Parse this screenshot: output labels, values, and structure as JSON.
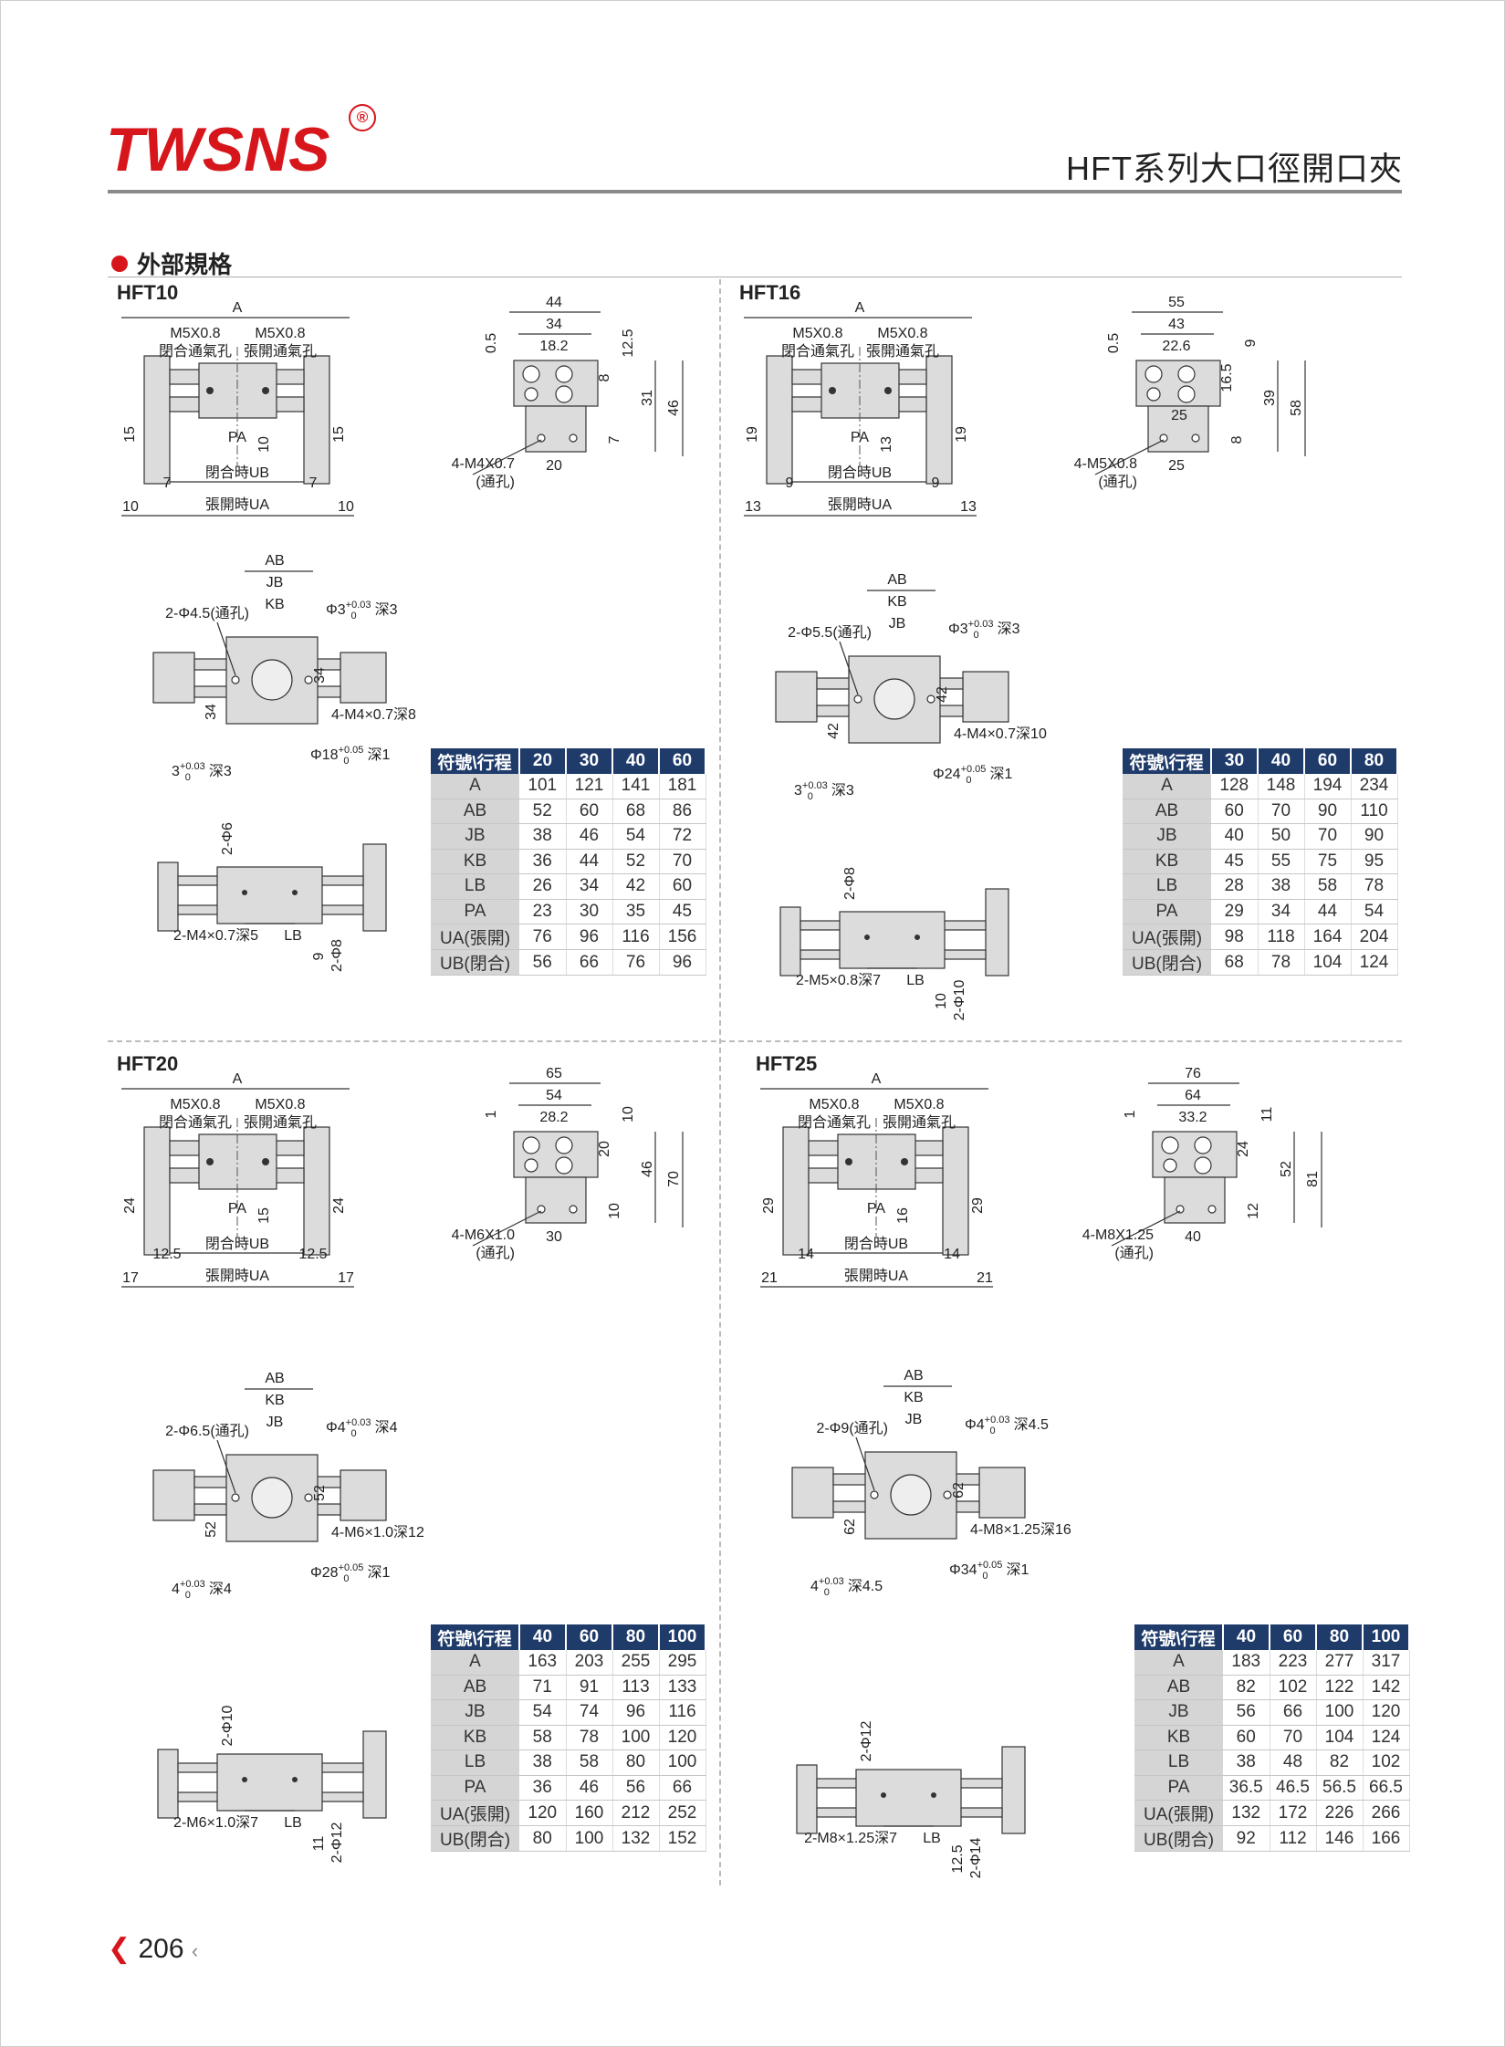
{
  "header": {
    "brand": "TWSNS",
    "registered": "®",
    "title": "HFT系列大口徑開口夾"
  },
  "heading": "外部規格",
  "page_number": "206",
  "colors": {
    "brand_red": "#d7161c",
    "table_header": "#1f3b6a",
    "table_label_bg": "#d5d5d5"
  },
  "sections": [
    {
      "name": "HFT10",
      "table": {
        "corner": "符號\\行程",
        "strokes": [
          "20",
          "30",
          "40",
          "60"
        ],
        "rows": [
          [
            "A",
            "101",
            "121",
            "141",
            "181"
          ],
          [
            "AB",
            "52",
            "60",
            "68",
            "86"
          ],
          [
            "JB",
            "38",
            "46",
            "54",
            "72"
          ],
          [
            "KB",
            "36",
            "44",
            "52",
            "70"
          ],
          [
            "LB",
            "26",
            "34",
            "42",
            "60"
          ],
          [
            "PA",
            "23",
            "30",
            "35",
            "45"
          ],
          [
            "UA(張開)",
            "76",
            "96",
            "116",
            "156"
          ],
          [
            "UB(閉合)",
            "56",
            "66",
            "76",
            "96"
          ]
        ]
      },
      "labels": {
        "a": "A",
        "port_l_size": "M5X0.8",
        "port_l_name": "閉合通氣孔",
        "port_r_size": "M5X0.8",
        "port_r_name": "張開通氣孔",
        "pa": "PA",
        "h_left": "15",
        "h_mid": "10",
        "h_right": "15",
        "gap_l": "7",
        "gap_r": "7",
        "ub": "閉合時UB",
        "ua_l": "10",
        "ua": "張開時UA",
        "ua_r": "10",
        "e_w1": "44",
        "e_w2": "34",
        "e_w3": "18.2",
        "e_v1": "0.5",
        "e_v2": "12.5",
        "e_v3": "8",
        "e_v4": "31",
        "e_v5": "46",
        "e_v6": "7",
        "e_b1": "20",
        "e_thread": "4-M4X0.7",
        "e_thru": "(通孔)",
        "m_ab": "AB",
        "m_w2": "JB",
        "m_w3": "KB",
        "m_holes": "2-Φ4.5(通孔)",
        "m_pin_top": {
          "base": "Φ3",
          "up": "+0.03",
          "low": "0",
          "suffix": "深3"
        },
        "m_v1": "34",
        "m_v2": "34",
        "m_thread": "4-M4×0.7深8",
        "m_bore": {
          "base": "Φ18",
          "up": "+0.05",
          "low": "0",
          "suffix": "深1"
        },
        "m_pin_bot": {
          "base": "3",
          "up": "+0.03",
          "low": "0",
          "suffix": "深3"
        },
        "b_d1": "2-Φ6",
        "b_thread": "2-M4×0.7深5",
        "b_lb": "LB",
        "b_h": "9",
        "b_d2": "2-Φ8"
      }
    },
    {
      "name": "HFT16",
      "table": {
        "corner": "符號\\行程",
        "strokes": [
          "30",
          "40",
          "60",
          "80"
        ],
        "rows": [
          [
            "A",
            "128",
            "148",
            "194",
            "234"
          ],
          [
            "AB",
            "60",
            "70",
            "90",
            "110"
          ],
          [
            "JB",
            "40",
            "50",
            "70",
            "90"
          ],
          [
            "KB",
            "45",
            "55",
            "75",
            "95"
          ],
          [
            "LB",
            "28",
            "38",
            "58",
            "78"
          ],
          [
            "PA",
            "29",
            "34",
            "44",
            "54"
          ],
          [
            "UA(張開)",
            "98",
            "118",
            "164",
            "204"
          ],
          [
            "UB(閉合)",
            "68",
            "78",
            "104",
            "124"
          ]
        ]
      },
      "labels": {
        "a": "A",
        "port_l_size": "M5X0.8",
        "port_l_name": "閉合通氣孔",
        "port_r_size": "M5X0.8",
        "port_r_name": "張開通氣孔",
        "pa": "PA",
        "h_left": "19",
        "h_mid": "13",
        "h_right": "19",
        "gap_l": "9",
        "gap_r": "9",
        "ub": "閉合時UB",
        "ua_l": "13",
        "ua": "張開時UA",
        "ua_r": "13",
        "e_w1": "55",
        "e_w2": "43",
        "e_w3": "22.6",
        "e_v1": "0.5",
        "e_v2": "9",
        "e_v3": "16.5",
        "e_v4": "39",
        "e_v5": "58",
        "e_v6": "8",
        "e_in": "25",
        "e_b1": "25",
        "e_thread": "4-M5X0.8",
        "e_thru": "(通孔)",
        "m_ab": "AB",
        "m_w2": "KB",
        "m_w3": "JB",
        "m_holes": "2-Φ5.5(通孔)",
        "m_pin_top": {
          "base": "Φ3",
          "up": "+0.03",
          "low": "0",
          "suffix": "深3"
        },
        "m_v1": "42",
        "m_v2": "42",
        "m_thread": "4-M4×0.7深10",
        "m_bore": {
          "base": "Φ24",
          "up": "+0.05",
          "low": "0",
          "suffix": "深1"
        },
        "m_pin_bot": {
          "base": "3",
          "up": "+0.03",
          "low": "0",
          "suffix": "深3"
        },
        "b_d1": "2-Φ8",
        "b_thread": "2-M5×0.8深7",
        "b_lb": "LB",
        "b_h": "10",
        "b_d2": "2-Φ10"
      }
    },
    {
      "name": "HFT20",
      "table": {
        "corner": "符號\\行程",
        "strokes": [
          "40",
          "60",
          "80",
          "100"
        ],
        "rows": [
          [
            "A",
            "163",
            "203",
            "255",
            "295"
          ],
          [
            "AB",
            "71",
            "91",
            "113",
            "133"
          ],
          [
            "JB",
            "54",
            "74",
            "96",
            "116"
          ],
          [
            "KB",
            "58",
            "78",
            "100",
            "120"
          ],
          [
            "LB",
            "38",
            "58",
            "80",
            "100"
          ],
          [
            "PA",
            "36",
            "46",
            "56",
            "66"
          ],
          [
            "UA(張開)",
            "120",
            "160",
            "212",
            "252"
          ],
          [
            "UB(閉合)",
            "80",
            "100",
            "132",
            "152"
          ]
        ]
      },
      "labels": {
        "a": "A",
        "port_l_size": "M5X0.8",
        "port_l_name": "閉合通氣孔",
        "port_r_size": "M5X0.8",
        "port_r_name": "張開通氣孔",
        "pa": "PA",
        "h_left": "24",
        "h_mid": "15",
        "h_right": "24",
        "gap_l": "12.5",
        "gap_r": "12.5",
        "ub": "閉合時UB",
        "ua_l": "17",
        "ua": "張開時UA",
        "ua_r": "17",
        "e_w1": "65",
        "e_w2": "54",
        "e_w3": "28.2",
        "e_v1": "1",
        "e_v2": "10",
        "e_v3": "20",
        "e_v4": "46",
        "e_v5": "70",
        "e_v6": "10",
        "e_b1": "30",
        "e_thread": "4-M6X1.0",
        "e_thru": "(通孔)",
        "m_ab": "AB",
        "m_w2": "KB",
        "m_w3": "JB",
        "m_holes": "2-Φ6.5(通孔)",
        "m_pin_top": {
          "base": "Φ4",
          "up": "+0.03",
          "low": "0",
          "suffix": "深4"
        },
        "m_v1": "52",
        "m_v2": "52",
        "m_thread": "4-M6×1.0深12",
        "m_bore": {
          "base": "Φ28",
          "up": "+0.05",
          "low": "0",
          "suffix": "深1"
        },
        "m_pin_bot": {
          "base": "4",
          "up": "+0.03",
          "low": "0",
          "suffix": "深4"
        },
        "b_d1": "2-Φ10",
        "b_thread": "2-M6×1.0深7",
        "b_lb": "LB",
        "b_h": "11",
        "b_d2": "2-Φ12"
      }
    },
    {
      "name": "HFT25",
      "table": {
        "corner": "符號\\行程",
        "strokes": [
          "40",
          "60",
          "80",
          "100"
        ],
        "rows": [
          [
            "A",
            "183",
            "223",
            "277",
            "317"
          ],
          [
            "AB",
            "82",
            "102",
            "122",
            "142"
          ],
          [
            "JB",
            "56",
            "66",
            "100",
            "120"
          ],
          [
            "KB",
            "60",
            "70",
            "104",
            "124"
          ],
          [
            "LB",
            "38",
            "48",
            "82",
            "102"
          ],
          [
            "PA",
            "36.5",
            "46.5",
            "56.5",
            "66.5"
          ],
          [
            "UA(張開)",
            "132",
            "172",
            "226",
            "266"
          ],
          [
            "UB(閉合)",
            "92",
            "112",
            "146",
            "166"
          ]
        ]
      },
      "labels": {
        "a": "A",
        "port_l_size": "M5X0.8",
        "port_l_name": "閉合通氣孔",
        "port_r_size": "M5X0.8",
        "port_r_name": "張開通氣孔",
        "pa": "PA",
        "h_left": "29",
        "h_mid": "16",
        "h_right": "29",
        "gap_l": "14",
        "gap_r": "14",
        "ub": "閉合時UB",
        "ua_l": "21",
        "ua": "張開時UA",
        "ua_r": "21",
        "e_w1": "76",
        "e_w2": "64",
        "e_w3": "33.2",
        "e_v1": "1",
        "e_v2": "11",
        "e_v3": "24",
        "e_v4": "52",
        "e_v5": "81",
        "e_v6": "12",
        "e_b1": "40",
        "e_thread": "4-M8X1.25",
        "e_thru": "(通孔)",
        "m_ab": "AB",
        "m_w2": "KB",
        "m_w3": "JB",
        "m_holes": "2-Φ9(通孔)",
        "m_pin_top": {
          "base": "Φ4",
          "up": "+0.03",
          "low": "0",
          "suffix": "深4.5"
        },
        "m_v1": "62",
        "m_v2": "62",
        "m_thread": "4-M8×1.25深16",
        "m_bore": {
          "base": "Φ34",
          "up": "+0.05",
          "low": "0",
          "suffix": "深1"
        },
        "m_pin_bot": {
          "base": "4",
          "up": "+0.03",
          "low": "0",
          "suffix": "深4.5"
        },
        "b_d1": "2-Φ12",
        "b_thread": "2-M8×1.25深7",
        "b_lb": "LB",
        "b_h": "12.5",
        "b_d2": "2-Φ14"
      }
    }
  ]
}
